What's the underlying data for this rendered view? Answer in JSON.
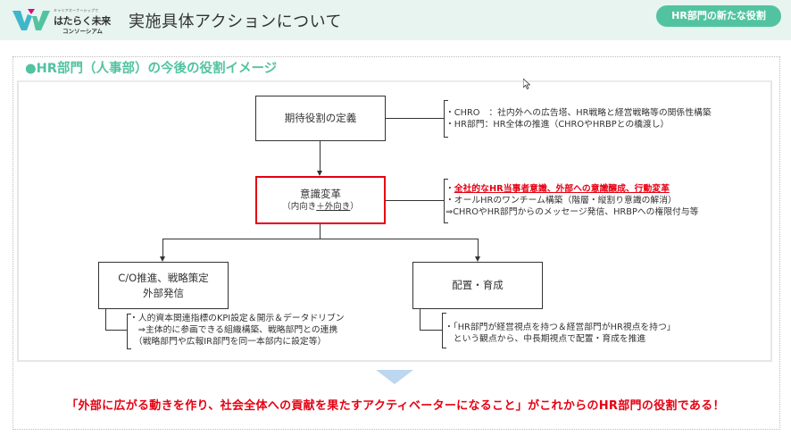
{
  "header": {
    "logo": {
      "tagline": "キャリアオーナーシップで",
      "name": "はたらく未来",
      "subname": "コンソーシアム",
      "colors": {
        "teal": "#3fb6c9",
        "green": "#52c3a0",
        "pink": "#e5007f"
      }
    },
    "title": "実施具体アクションについて",
    "pill_label": "HR部門の新たな役割"
  },
  "section": {
    "title": "●HR部門（人事部）の今後の役割イメージ"
  },
  "diagram": {
    "nodes": {
      "definition": {
        "label": "期待役割の定義"
      },
      "mindset": {
        "label": "意識変革",
        "sub_prefix": "（内向き",
        "sub_plus": "＋外向き",
        "sub_suffix": "）"
      },
      "strategy": {
        "line1": "C/O推進、戦略策定",
        "line2": "外部発信"
      },
      "placement": {
        "label": "配置・育成"
      }
    },
    "notes": {
      "definition": [
        "・CHRO　：社内外への広告塔、HR戦略と経営戦略等の関係性構築",
        "・HR部門：HR全体の推進（CHROやHRBPとの橋渡し）"
      ],
      "mindset": {
        "bullet": "・",
        "highlight": "全社的なHR当事者意識、外部への意識醸成、行動変革",
        "line2": "・オールHRのワンチーム構築（階層・縦割り意識の解消）",
        "line3": "⇒CHROやHR部門からのメッセージ発信、HRBPへの権限付与等"
      },
      "strategy": [
        "・人的資本関連指標のKPI設定＆開示＆データドリブン",
        "　⇒主体的に参画できる組織構築、戦略部門との連携",
        "　（戦略部門や広報IR部門を同一本部内に設定等）"
      ],
      "placement": [
        "・「HR部門が経営視点を持つ＆経営部門がHR視点を持つ」",
        "　という観点から、中長期視点で配置・育成を推進"
      ]
    },
    "colors": {
      "highlight_red": "#e60012",
      "accent_green": "#52c3a0",
      "arrow_blue": "#bcd7ef"
    }
  },
  "conclusion": "「外部に広がる動きを作り、社会全体への貢献を果たすアクティベーターになること」がこれからのHR部門の役割である！"
}
